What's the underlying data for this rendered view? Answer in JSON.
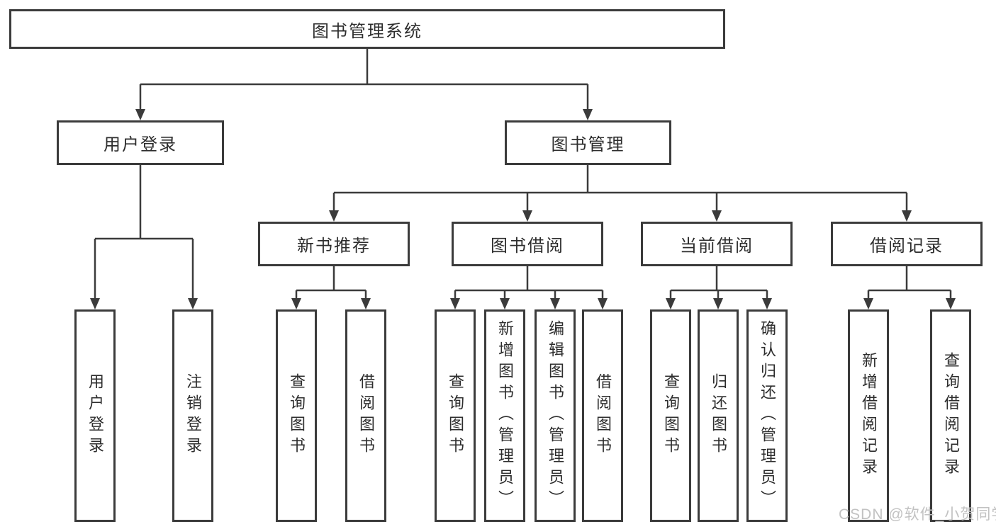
{
  "tree": {
    "root": {
      "label": "图书管理系统"
    },
    "branches": [
      {
        "label": "用户登录",
        "children": [
          {
            "label": "用户登录"
          },
          {
            "label": "注销登录"
          }
        ]
      },
      {
        "label": "图书管理",
        "groups": [
          {
            "label": "新书推荐",
            "children": [
              {
                "label": "查询图书"
              },
              {
                "label": "借阅图书"
              }
            ]
          },
          {
            "label": "图书借阅",
            "children": [
              {
                "label": "查询图书"
              },
              {
                "label": "新增图书（管理员）"
              },
              {
                "label": "编辑图书（管理员）"
              },
              {
                "label": "借阅图书"
              }
            ]
          },
          {
            "label": "当前借阅",
            "children": [
              {
                "label": "查询图书"
              },
              {
                "label": "归还图书"
              },
              {
                "label": "确认归还（管理员）"
              }
            ]
          },
          {
            "label": "借阅记录",
            "children": [
              {
                "label": "新增借阅记录"
              },
              {
                "label": "查询借阅记录"
              }
            ]
          }
        ]
      }
    ]
  },
  "watermark": {
    "text": "CSDN @软件_小贺同学"
  },
  "colors": {
    "line": "#3b3b3b",
    "text": "#2d2d2d",
    "background": "#ffffff",
    "watermark": "#c2c2c2"
  }
}
